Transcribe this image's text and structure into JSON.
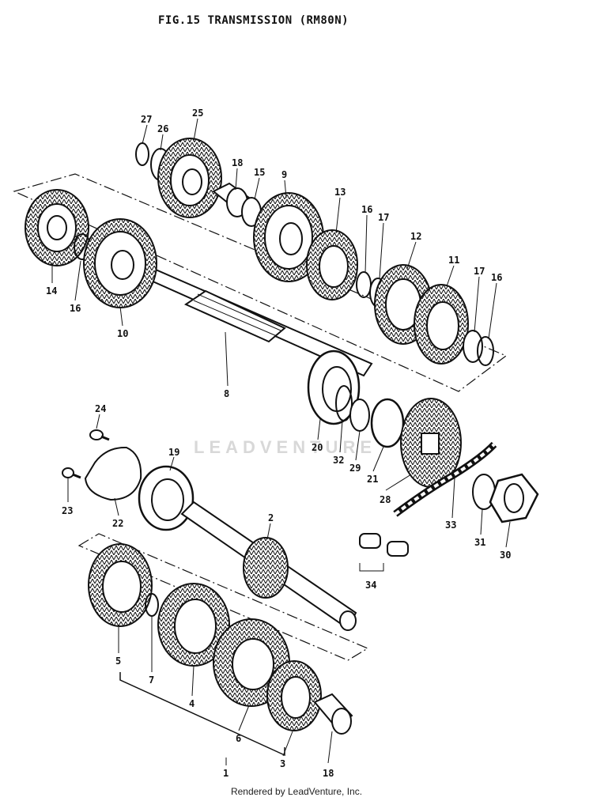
{
  "title": "FIG.15  TRANSMISSION (RM80N)",
  "watermark": "LEADVENTURE",
  "footer": "Rendered by LeadVenture, Inc.",
  "callouts": [
    {
      "id": "c27",
      "text": "27"
    },
    {
      "id": "c26",
      "text": "26"
    },
    {
      "id": "c25",
      "text": "25"
    },
    {
      "id": "c18a",
      "text": "18"
    },
    {
      "id": "c15",
      "text": "15"
    },
    {
      "id": "c9",
      "text": "9"
    },
    {
      "id": "c13",
      "text": "13"
    },
    {
      "id": "c16a",
      "text": "16"
    },
    {
      "id": "c17a",
      "text": "17"
    },
    {
      "id": "c12",
      "text": "12"
    },
    {
      "id": "c11",
      "text": "11"
    },
    {
      "id": "c17b",
      "text": "17"
    },
    {
      "id": "c16b",
      "text": "16"
    },
    {
      "id": "c14",
      "text": "14"
    },
    {
      "id": "c16c",
      "text": "16"
    },
    {
      "id": "c10",
      "text": "10"
    },
    {
      "id": "c8",
      "text": "8"
    },
    {
      "id": "c20",
      "text": "20"
    },
    {
      "id": "c32",
      "text": "32"
    },
    {
      "id": "c29",
      "text": "29"
    },
    {
      "id": "c21",
      "text": "21"
    },
    {
      "id": "c28",
      "text": "28"
    },
    {
      "id": "c33",
      "text": "33"
    },
    {
      "id": "c31",
      "text": "31"
    },
    {
      "id": "c30",
      "text": "30"
    },
    {
      "id": "c24",
      "text": "24"
    },
    {
      "id": "c19",
      "text": "19"
    },
    {
      "id": "c23",
      "text": "23"
    },
    {
      "id": "c22",
      "text": "22"
    },
    {
      "id": "c2",
      "text": "2"
    },
    {
      "id": "c34",
      "text": "34"
    },
    {
      "id": "c5",
      "text": "5"
    },
    {
      "id": "c7",
      "text": "7"
    },
    {
      "id": "c4",
      "text": "4"
    },
    {
      "id": "c6",
      "text": "6"
    },
    {
      "id": "c3",
      "text": "3"
    },
    {
      "id": "c1",
      "text": "1"
    },
    {
      "id": "c18b",
      "text": "18"
    }
  ]
}
